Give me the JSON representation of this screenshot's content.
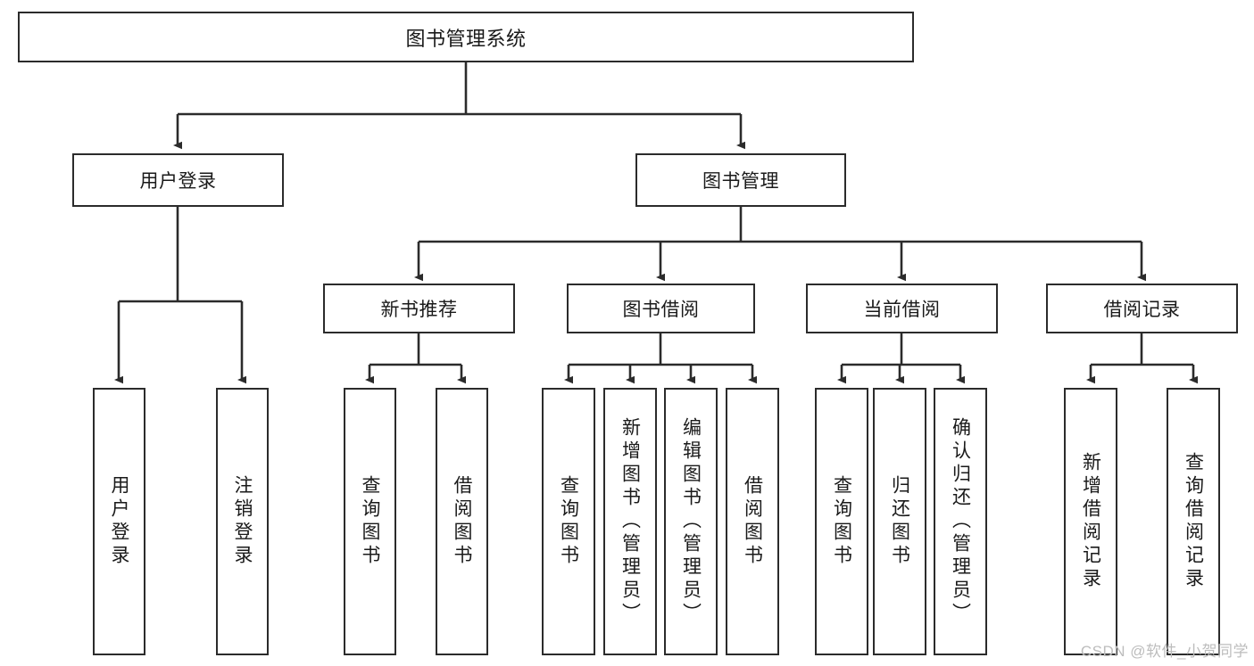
{
  "diagram": {
    "title": "图书管理系统",
    "type": "tree-hierarchy-diagram",
    "watermark": "CSDN @软件_小贺同学",
    "colors": {
      "background": "#ffffff",
      "box_border": "#2b2b2b",
      "box_fill": "#ffffff",
      "connector": "#2b2b2b",
      "text": "#1a1a1a",
      "watermark_text": "#bdbdbd"
    },
    "root": {
      "label": "图书管理系统"
    },
    "level1": [
      {
        "label": "用户登录"
      },
      {
        "label": "图书管理"
      }
    ],
    "level2": [
      {
        "label": "新书推荐"
      },
      {
        "label": "图书借阅"
      },
      {
        "label": "当前借阅"
      },
      {
        "label": "借阅记录"
      }
    ],
    "leaves": {
      "user_login": [
        {
          "label": "用户登录"
        },
        {
          "label": "注销登录"
        }
      ],
      "new_book_recommend": [
        {
          "label": "查询图书"
        },
        {
          "label": "借阅图书"
        }
      ],
      "book_borrow": [
        {
          "label": "查询图书"
        },
        {
          "label": "新增图书（管理员）"
        },
        {
          "label": "编辑图书（管理员）"
        },
        {
          "label": "借阅图书"
        }
      ],
      "current_borrow": [
        {
          "label": "查询图书"
        },
        {
          "label": "归还图书"
        },
        {
          "label": "确认归还（管理员）"
        }
      ],
      "borrow_record": [
        {
          "label": "新增借阅记录"
        },
        {
          "label": "查询借阅记录"
        }
      ]
    }
  }
}
